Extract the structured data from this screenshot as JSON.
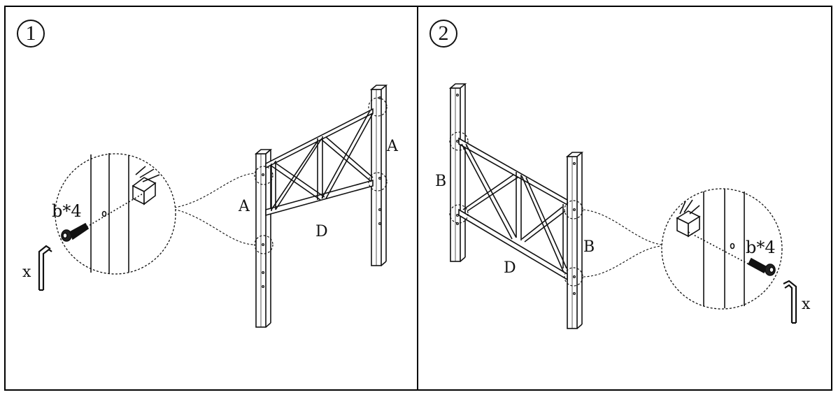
{
  "steps": [
    {
      "number": "1",
      "labels": {
        "post_left": "A",
        "post_right": "A",
        "panel": "D"
      },
      "fastener": {
        "label": "b*4",
        "tool": "x"
      }
    },
    {
      "number": "2",
      "labels": {
        "post_left": "B",
        "post_right": "B",
        "panel": "D"
      },
      "fastener": {
        "label": "b*4",
        "tool": "x"
      }
    }
  ]
}
